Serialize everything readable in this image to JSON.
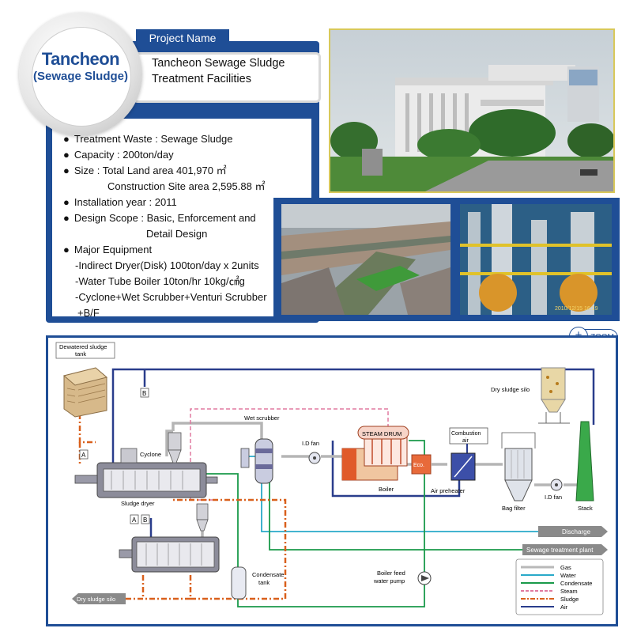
{
  "badge": {
    "title": "Tancheon",
    "subtitle": "(Sewage Sludge)"
  },
  "project": {
    "tab_label": "Project Name",
    "name_line1": "Tancheon Sewage Sludge",
    "name_line2": "Treatment Facilities"
  },
  "specs": {
    "waste": "Treatment Waste : Sewage Sludge",
    "capacity": "Capacity : 200ton/day",
    "size1": "Size :  Total Land area 401,970 ㎡",
    "size2": "Construction Site area 2,595.88 ㎡",
    "year": "Installation year : 2011",
    "scope1": "Design Scope : Basic, Enforcement and",
    "scope2": "Detail Design",
    "equipment": "Major Equipment",
    "eq1": "-Indirect Dryer(Disk) 100ton/day x 2units",
    "eq2": "-Water Tube Boiler 10ton/hr 10kg/㎠g",
    "eq3": "-Cyclone+Wet Scrubber+Venturi Scrubber",
    "eq4": "+B/F"
  },
  "photo_plant_timestamp": "2010/12/15 16:19",
  "zoom": {
    "label": "ZOOM"
  },
  "diagram": {
    "dewatered_tank": [
      "Dewatered sludge",
      "tank"
    ],
    "dry_silo": "Dry sludge silo",
    "cyclone": "Cyclone",
    "sludge_dryer": "Sludge dryer",
    "wet_scrubber": "Wet scrubber",
    "id_fan": "I.D fan",
    "steam_drum": "STEAM DRUM",
    "combustion_air": [
      "Combustion",
      "air"
    ],
    "eco": "Eco.",
    "boiler": "Boiler",
    "air_preheater": "Air preheater",
    "bag_filter": "Bag filter",
    "id_fan2": "I.D fan",
    "stack": "Stack",
    "discharge": "Discharge",
    "sewage_plant": "Sewage treatment plant",
    "condensate_tank": [
      "Condensate",
      "tank"
    ],
    "boiler_pump": [
      "Boiler feed",
      "water pump"
    ],
    "dry_silo_out": "Dry sludge silo",
    "marker_a": "A",
    "marker_b": "B"
  },
  "legend": [
    {
      "label": "Gas",
      "color": "#b9b9b9"
    },
    {
      "label": "Water",
      "color": "#29a9c9"
    },
    {
      "label": "Condensate",
      "color": "#1a9a4a"
    },
    {
      "label": "Steam",
      "color": "#e07aa0"
    },
    {
      "label": "Sludge",
      "color": "#d9601c"
    },
    {
      "label": "Air",
      "color": "#2a3d8c"
    }
  ]
}
